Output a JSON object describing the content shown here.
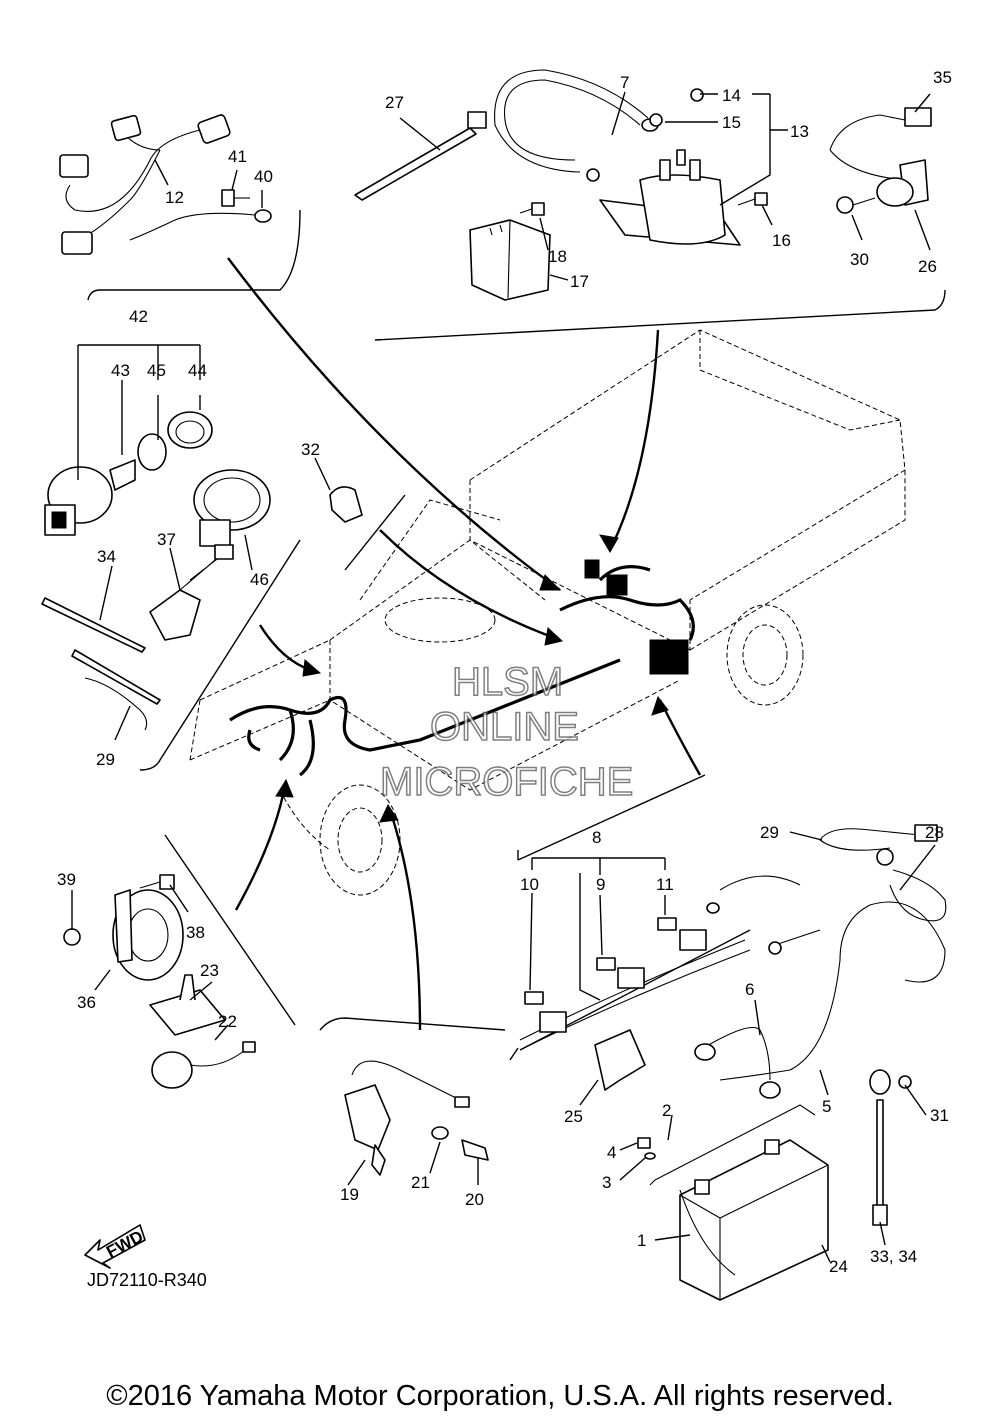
{
  "diagram": {
    "code": "JD72110-R340",
    "fwd_label": "FWD",
    "copyright": "©2016 Yamaha Motor Corporation, U.S.A. All rights reserved.",
    "watermark": [
      "HLSM",
      "ONLINE",
      "MICROFICHE"
    ],
    "callouts": {
      "c1": "1",
      "c2": "2",
      "c3": "3",
      "c4": "4",
      "c5": "5",
      "c6": "6",
      "c7": "7",
      "c8": "8",
      "c9": "9",
      "c10": "10",
      "c11": "11",
      "c12": "12",
      "c13": "13",
      "c14": "14",
      "c15": "15",
      "c16": "16",
      "c17": "17",
      "c18": "18",
      "c19": "19",
      "c20": "20",
      "c21": "21",
      "c22": "22",
      "c23": "23",
      "c24": "24",
      "c25": "25",
      "c26": "26",
      "c27": "27",
      "c28": "28",
      "c29a": "29",
      "c29b": "29",
      "c30": "30",
      "c31": "31",
      "c32": "32",
      "c33_34": "33, 34",
      "c34": "34",
      "c35": "35",
      "c36": "36",
      "c37": "37",
      "c38": "38",
      "c39": "39",
      "c40": "40",
      "c41": "41",
      "c42": "42",
      "c43": "43",
      "c44": "44",
      "c45": "45",
      "c46": "46"
    }
  }
}
